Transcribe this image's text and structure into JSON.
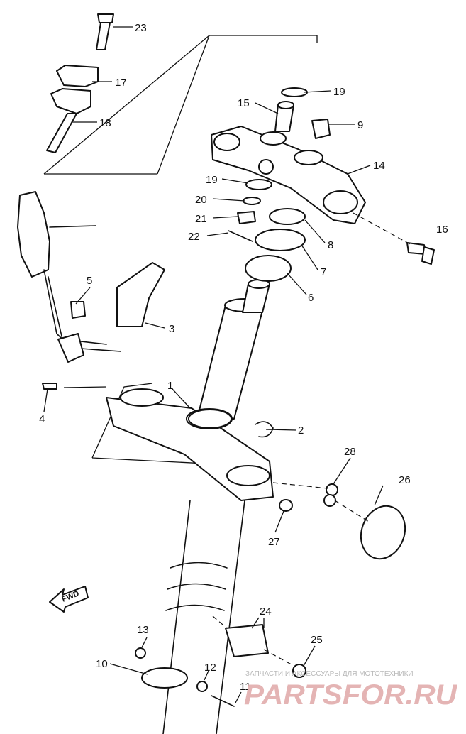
{
  "diagram": {
    "type": "exploded parts diagram",
    "direction_marker": "FWD",
    "callouts": [
      "1",
      "2",
      "3",
      "4",
      "5",
      "6",
      "7",
      "8",
      "9",
      "10",
      "11",
      "12",
      "13",
      "14",
      "15",
      "16",
      "17",
      "18",
      "19",
      "19",
      "20",
      "21",
      "22",
      "23",
      "24",
      "25",
      "26",
      "27",
      "28"
    ]
  },
  "watermark": {
    "subtitle": "ЗАПЧАСТИ И АКСЕССУАРЫ ДЛЯ МОТОТЕХНИКИ",
    "brand": "PARTSFOR.RU",
    "color": "#e4b4b4"
  }
}
